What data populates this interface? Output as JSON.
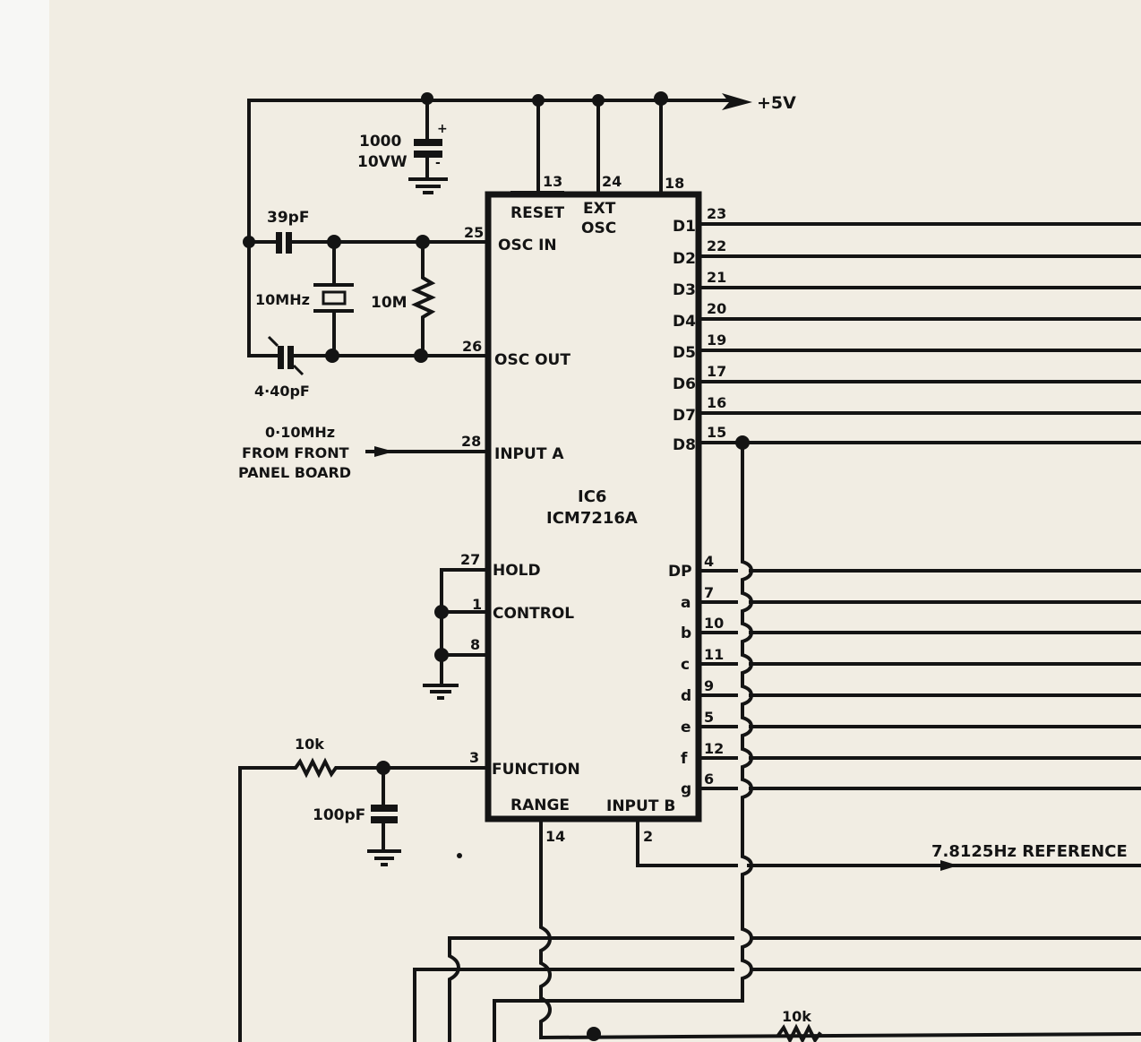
{
  "colors": {
    "paper": "#f1ede3",
    "ink": "#141414"
  },
  "supply": {
    "label": "+5V"
  },
  "ic": {
    "ref": "IC6",
    "part": "ICM7216A",
    "top_pins": [
      {
        "num": "13",
        "name": "RESET"
      },
      {
        "num": "24",
        "name": "EXT",
        "name2": "OSC"
      },
      {
        "num": "18",
        "name": ""
      }
    ],
    "left_pins": [
      {
        "num": "25",
        "name": "OSC IN"
      },
      {
        "num": "26",
        "name": "OSC OUT"
      },
      {
        "num": "28",
        "name": "INPUT A"
      },
      {
        "num": "27",
        "name": "HOLD"
      },
      {
        "num": "1",
        "name": "CONTROL"
      },
      {
        "num": "8",
        "name": ""
      },
      {
        "num": "3",
        "name": "FUNCTION"
      }
    ],
    "bottom_pins": [
      {
        "num": "14",
        "name": "RANGE"
      },
      {
        "num": "2",
        "name": "INPUT B"
      }
    ],
    "digit_pins": [
      {
        "num": "23",
        "name": "D1"
      },
      {
        "num": "22",
        "name": "D2"
      },
      {
        "num": "21",
        "name": "D3"
      },
      {
        "num": "20",
        "name": "D4"
      },
      {
        "num": "19",
        "name": "D5"
      },
      {
        "num": "17",
        "name": "D6"
      },
      {
        "num": "16",
        "name": "D7"
      },
      {
        "num": "15",
        "name": "D8"
      }
    ],
    "segment_pins": [
      {
        "num": "4",
        "name": "DP"
      },
      {
        "num": "7",
        "name": "a"
      },
      {
        "num": "10",
        "name": "b"
      },
      {
        "num": "11",
        "name": "c"
      },
      {
        "num": "9",
        "name": "d"
      },
      {
        "num": "5",
        "name": "e"
      },
      {
        "num": "12",
        "name": "f"
      },
      {
        "num": "6",
        "name": "g"
      }
    ]
  },
  "components": {
    "c_supply": {
      "value": "1000",
      "rating": "10VW",
      "plus": "+",
      "minus": "-"
    },
    "c_osc_in": {
      "value": "39pF"
    },
    "crystal": {
      "value": "10MHz"
    },
    "r_feedback": {
      "value": "10M"
    },
    "c_trim": {
      "value": "4·40pF"
    },
    "r_function": {
      "value": "10k"
    },
    "c_function": {
      "value": "100pF"
    },
    "r_bottom": {
      "value": "10k"
    }
  },
  "signals": {
    "input_a_line1": "0·10MHz",
    "input_a_line2": "FROM FRONT",
    "input_a_line3": "PANEL BOARD",
    "reference": "7.8125Hz REFERENCE"
  }
}
